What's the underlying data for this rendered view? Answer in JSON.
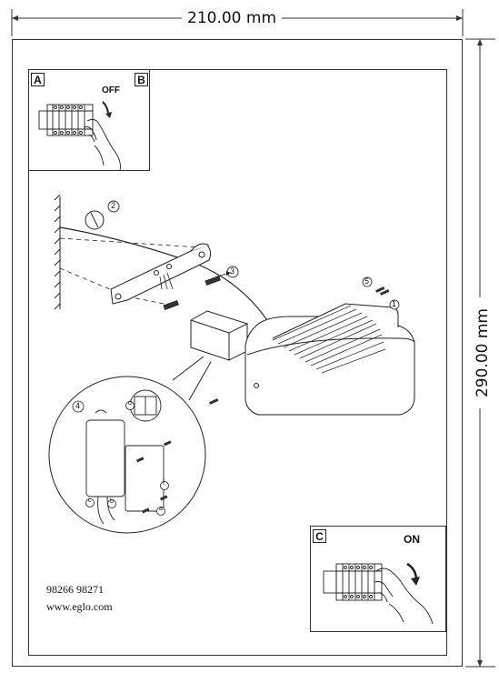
{
  "dimensions": {
    "width_label": "210.00 mm",
    "height_label": "290.00 mm"
  },
  "panels": {
    "a_label": "A",
    "b_label": "B",
    "c_label": "C",
    "off_label": "OFF",
    "on_label": "ON"
  },
  "steps": {
    "s2": "2",
    "s3": "3",
    "s4": "4",
    "s5": "5",
    "s1": "1",
    "a": "a",
    "b": "b",
    "c": "c",
    "d": "d",
    "e": "e",
    "f": "f"
  },
  "footer": {
    "models": "98266 98271",
    "website": "www.eglo.com"
  },
  "icons": [
    "hand-icon",
    "terminal-block-icon",
    "rotate-arrow-icon",
    "screw-icon",
    "wall-lamp-icon"
  ]
}
